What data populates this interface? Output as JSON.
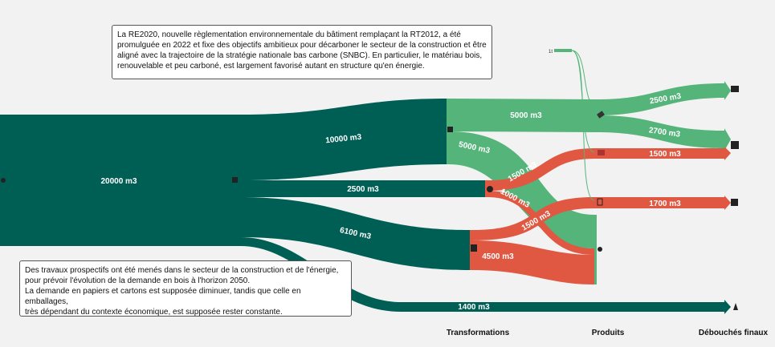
{
  "colors": {
    "dark": "#005f55",
    "green": "#55b479",
    "red": "#e05841",
    "background": "#f2f2f2"
  },
  "notes": {
    "top": [
      "La RE2020, nouvelle règlementation environnementale du bâtiment remplaçant la RT2012, a été",
      "promulguée en 2022 et fixe des objectifs ambitieux pour décarboner le secteur de la construction et être",
      "aligné avec la trajectoire de la stratégie nationale bas carbone (SNBC). En particulier, le matériau bois,",
      "renouvelable et peu carboné, est largement favorisé autant en structure qu'en énergie."
    ],
    "bottom": [
      "Des travaux prospectifs ont été menés dans le secteur de la construction et de l'énergie,",
      "pour prévoir l'évolution de la demande en bois à l'horizon 2050.",
      "La demande en papiers et cartons est supposée diminuer, tandis que celle en emballages,",
      "très dépendant du contexte économique, est supposée rester constante."
    ]
  },
  "columns": {
    "transformations": "Transformations",
    "produits": "Produits",
    "debouches": "Débouchés finaux"
  },
  "flows": [
    {
      "id": "source-to-hub",
      "value": "20000 m3",
      "color": "dark"
    },
    {
      "id": "hub-to-sawmill",
      "value": "10000 m3",
      "color": "dark"
    },
    {
      "id": "hub-to-panels",
      "value": "2500 m3",
      "color": "dark"
    },
    {
      "id": "hub-to-paper",
      "value": "6100 m3",
      "color": "dark"
    },
    {
      "id": "hub-to-energy",
      "value": "1400 m3",
      "color": "dark"
    },
    {
      "id": "sawmill-to-lumber",
      "value": "5000 m3",
      "color": "green"
    },
    {
      "id": "sawmill-to-byproducts",
      "value": "5000 m3",
      "color": "green"
    },
    {
      "id": "panels-to-panel-product",
      "value": "1500 m3",
      "color": "red"
    },
    {
      "id": "panels-to-byproducts",
      "value": "1000 m3",
      "color": "red"
    },
    {
      "id": "paper-to-packaging",
      "value": "1500 m3",
      "color": "red"
    },
    {
      "id": "paper-to-byproducts",
      "value": "4500 m3",
      "color": "red"
    },
    {
      "id": "lumber-to-furniture",
      "value": "2500 m3",
      "color": "green"
    },
    {
      "id": "lumber-to-construction",
      "value": "2700 m3",
      "color": "green"
    },
    {
      "id": "panel-product-to-construction",
      "value": "1500 m3",
      "color": "red"
    },
    {
      "id": "packaging-to-packaging-use",
      "value": "1700 m3",
      "color": "red"
    }
  ],
  "small_node_label": "1t"
}
